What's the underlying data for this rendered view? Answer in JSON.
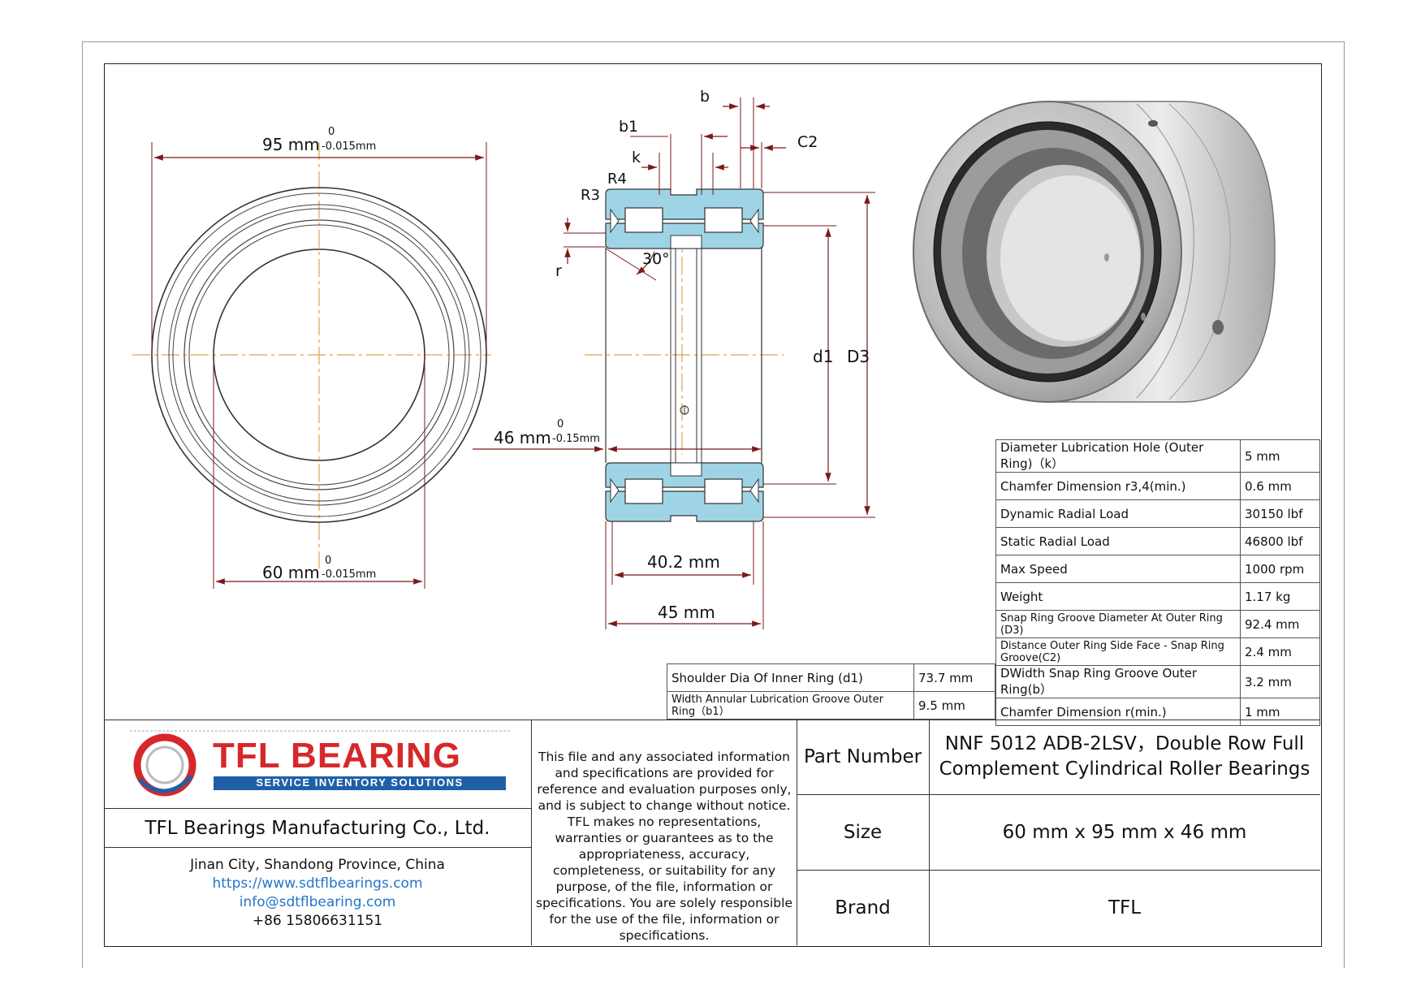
{
  "drawing": {
    "front_view": {
      "outer_diameter": {
        "label": "95 mm",
        "tol_upper": "0",
        "tol_lower": "-0.015mm"
      },
      "inner_diameter": {
        "label": "60 mm",
        "tol_upper": "0",
        "tol_lower": "-0.015mm"
      }
    },
    "section_view": {
      "labels": {
        "b": "b",
        "b1": "b1",
        "k": "k",
        "c2": "C2",
        "r4": "R4",
        "r3": "R3",
        "r": "r",
        "angle": "30°",
        "d1": "d1",
        "d3": "D3"
      },
      "width_dim": {
        "label": "46 mm",
        "tol_upper": "0",
        "tol_lower": "-0.15mm"
      },
      "inner_width": "40.2 mm",
      "outer_width": "45 mm"
    }
  },
  "specs_right": [
    {
      "name": "Diameter Lubrication Hole (Outer Ring)（k）",
      "value": "5 mm"
    },
    {
      "name": "Chamfer Dimension r3,4(min.)",
      "value": "0.6 mm"
    },
    {
      "name": "Dynamic Radial Load",
      "value": "30150 lbf"
    },
    {
      "name": "Static Radial Load",
      "value": "46800 lbf"
    },
    {
      "name": "Max Speed",
      "value": "1000 rpm"
    },
    {
      "name": "Weight",
      "value": "1.17 kg"
    },
    {
      "name": "Snap Ring Groove Diameter At Outer Ring (D3)",
      "value": "92.4 mm"
    },
    {
      "name": "Distance Outer Ring Side Face - Snap Ring Groove(C2)",
      "value": "2.4 mm"
    },
    {
      "name": "DWidth Snap Ring Groove Outer Ring(b）",
      "value": "3.2 mm"
    },
    {
      "name": "Chamfer Dimension r(min.)",
      "value": "1 mm"
    }
  ],
  "specs_left": [
    {
      "name": "Shoulder Dia Of Inner Ring (d1)",
      "value": "73.7 mm"
    },
    {
      "name": "Width Annular Lubrication Groove Outer Ring（b1）",
      "value": "9.5 mm"
    }
  ],
  "title_block": {
    "logo_text": "TFL BEARING",
    "logo_tagline": "SERVICE INVENTORY SOLUTIONS",
    "company": "TFL Bearings Manufacturing Co., Ltd.",
    "address": "Jinan City, Shandong Province, China",
    "website": "https://www.sdtflbearings.com",
    "email": "info@sdtflbearing.com",
    "phone": "+86 15806631151",
    "disclaimer": "This file and any associated information and specifications are provided for reference and evaluation purposes only, and is subject to change without notice. TFL makes no representations, warranties or guarantees as to the appropriateness, accuracy, completeness, or suitability for any purpose, of the file, information or specifications.  You are solely responsible for the use of the file, information or specifications.",
    "part_number_label": "Part Number",
    "part_number_value": "NNF 5012 ADB-2LSV，Double Row Full Complement Cylindrical Roller Bearings",
    "size_label": "Size",
    "size_value": "60 mm x 95 mm x 46 mm",
    "brand_label": "Brand",
    "brand_value": "TFL"
  },
  "colors": {
    "dim": "#7a1a1a",
    "center": "#e0a050",
    "ring": "#9fd4e6",
    "logo_red": "#d6282a",
    "logo_blue": "#1f5fa8",
    "link": "#2176c9"
  }
}
